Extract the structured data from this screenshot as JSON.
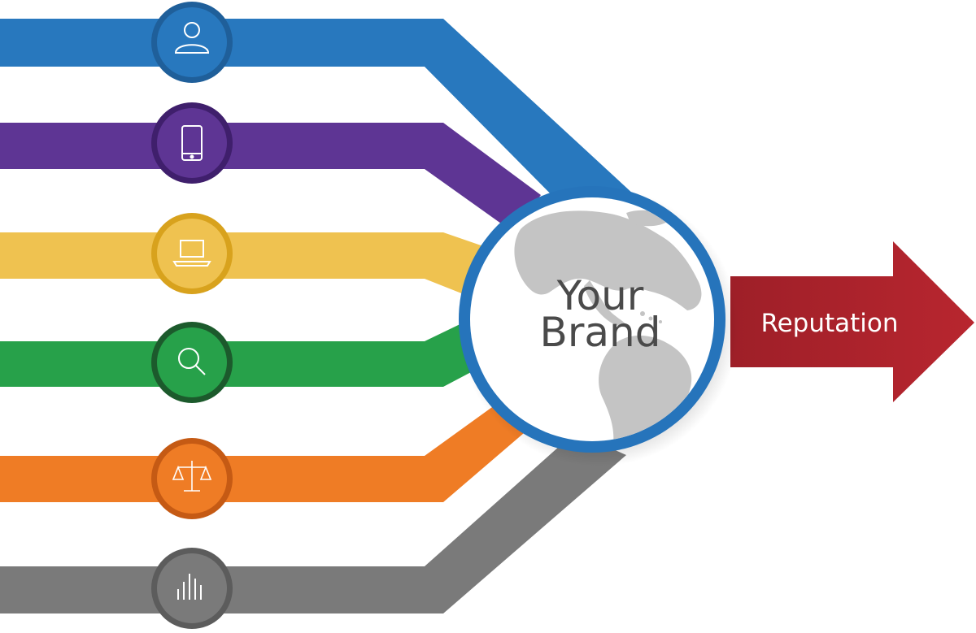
{
  "streams": [
    {
      "id": "people",
      "icon": "person-icon",
      "color": "#2878be",
      "dark": "#1f5f9a"
    },
    {
      "id": "mobile",
      "icon": "smartphone-icon",
      "color": "#5e3594",
      "dark": "#3f1f6c"
    },
    {
      "id": "web",
      "icon": "laptop-icon",
      "color": "#efc250",
      "dark": "#d8a21d"
    },
    {
      "id": "search",
      "icon": "magnifier-icon",
      "color": "#27a14a",
      "dark": "#1c5a2c"
    },
    {
      "id": "legal",
      "icon": "scales-icon",
      "color": "#ef7c25",
      "dark": "#c55a14"
    },
    {
      "id": "analytics",
      "icon": "bar-graph-icon",
      "color": "#7a7a7a",
      "dark": "#5c5c5c"
    }
  ],
  "hub": {
    "line1": "Your",
    "line2": "Brand",
    "ring_color": "#2674bb",
    "globe_color": "#c4c4c4"
  },
  "output": {
    "label": "Reputation",
    "color": "#b3242e"
  }
}
